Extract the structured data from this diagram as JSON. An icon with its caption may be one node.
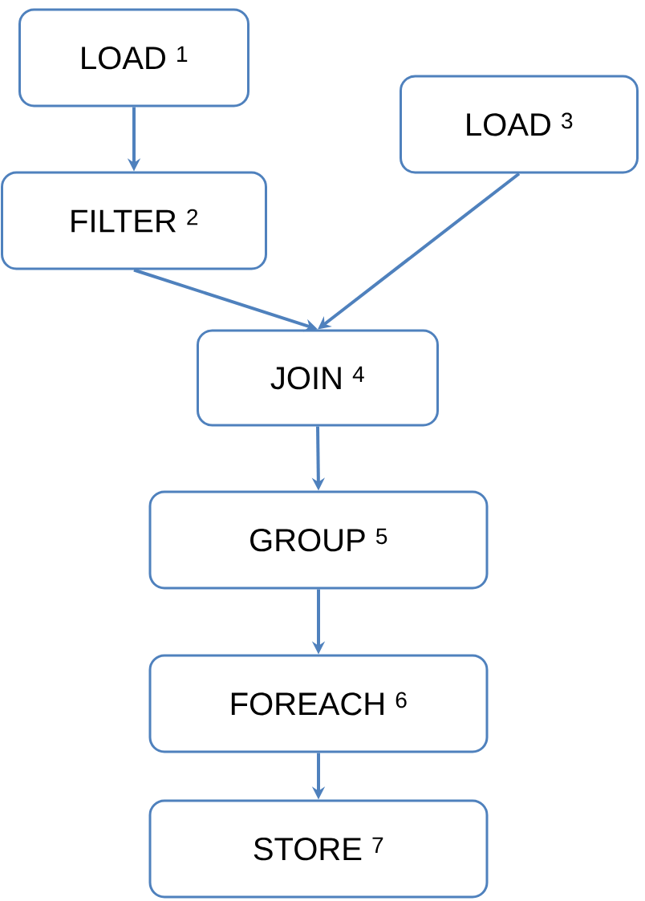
{
  "diagram": {
    "nodes": [
      {
        "text": [
          "LOAD $^{1}$"
        ]
      },
      {
        "text": [
          "FILTER $^{2}$"
        ]
      },
      {
        "text": [
          "LOAD $^{3}$"
        ]
      },
      {
        "text": [
          "JOIN $^{4}$"
        ]
      },
      {
        "text": [
          "GROUP $^{5}$"
        ]
      },
      {
        "text": [
          "FOREACH $^{6}$"
        ]
      },
      {
        "text": [
          "STORE $^{7}$"
        ]
      }
    ],
    "edges": [
      {
        "from": 0,
        "to": 1,
        "arrow": "to"
      },
      {
        "from": 1,
        "to": 3,
        "arrow": "to"
      },
      {
        "from": 2,
        "to": 3,
        "arrow": "to"
      },
      {
        "from": 3,
        "to": 4,
        "arrow": "to"
      },
      {
        "from": 4,
        "to": 5,
        "arrow": "to"
      },
      {
        "from": 5,
        "to": 6,
        "arrow": "to"
      }
    ]
  }
}
